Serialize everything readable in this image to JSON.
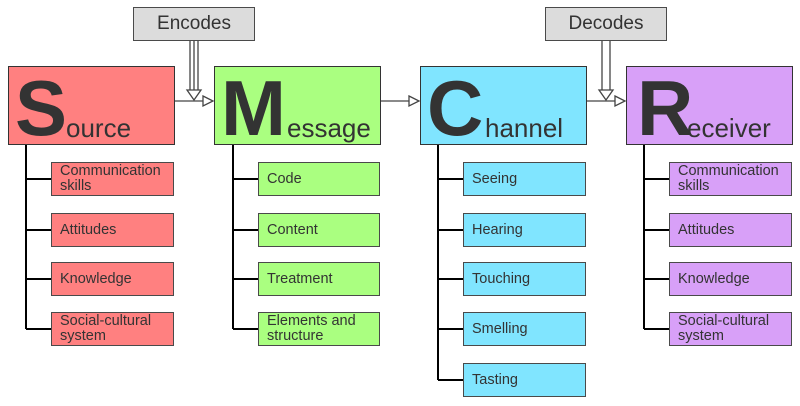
{
  "processes": {
    "encodes": "Encodes",
    "decodes": "Decodes"
  },
  "columns": [
    {
      "key": "source",
      "initial": "S",
      "rest": "ource",
      "color": "#ff8080",
      "items": [
        "Communication skills",
        "Attitudes",
        "Knowledge",
        "Social-cultural system"
      ]
    },
    {
      "key": "message",
      "initial": "M",
      "rest": "essage",
      "color": "#aaff80",
      "items": [
        "Code",
        "Content",
        "Treatment",
        "Elements and structure"
      ]
    },
    {
      "key": "channel",
      "initial": "C",
      "rest": "hannel",
      "color": "#80e5ff",
      "items": [
        "Seeing",
        "Hearing",
        "Touching",
        "Smelling",
        "Tasting"
      ]
    },
    {
      "key": "receiver",
      "initial": "R",
      "rest": "eceiver",
      "color": "#d8a0f8",
      "items": [
        "Communication skills",
        "Attitudes",
        "Knowledge",
        "Social-cultural system"
      ]
    }
  ]
}
